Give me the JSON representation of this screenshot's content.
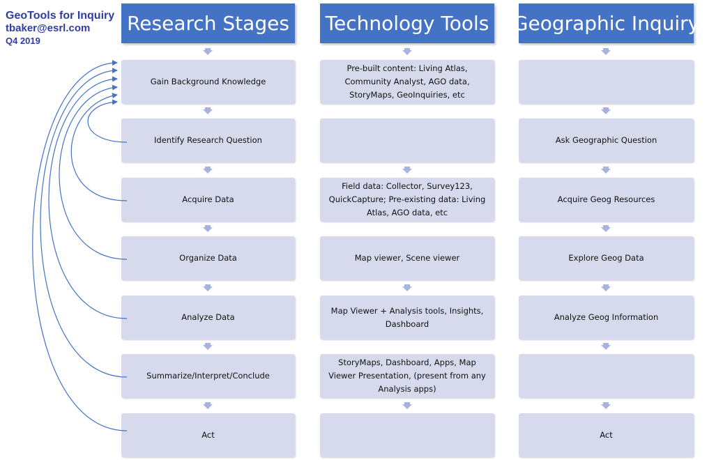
{
  "byline": {
    "title": "GeoTools for Inquiry",
    "email": "tbaker@esrl.com",
    "date": "Q4 2019"
  },
  "columns": [
    {
      "header": "Research Stages",
      "boxes": [
        "Gain Background Knowledge",
        "Identify Research Question",
        "Acquire Data",
        "Organize Data",
        "Analyze Data",
        "Summarize/Interpret/Conclude",
        "Act"
      ]
    },
    {
      "header": "Technology Tools",
      "boxes": [
        "Pre-built content: Living Atlas, Community Analyst, AGO data, StoryMaps, GeoInquiries, etc",
        "",
        "Field data: Collector, Survey123, QuickCapture; Pre-existing data: Living Atlas, AGO data, etc",
        "Map viewer, Scene viewer",
        "Map Viewer + Analysis tools, Insights, Dashboard",
        "StoryMaps, Dashboard, Apps, Map Viewer Presentation, (present from any Analysis apps)",
        ""
      ]
    },
    {
      "header": "Geographic Inquiry",
      "boxes": [
        "",
        "Ask Geographic Question",
        "Acquire Geog Resources",
        "Explore Geog Data",
        "Analyze Geog Information",
        "",
        "Act"
      ]
    }
  ],
  "colors": {
    "header_fill": "#4472c4",
    "box_fill": "#d6daec",
    "connector": "#4472c4",
    "byline_text": "#2f3da3"
  }
}
